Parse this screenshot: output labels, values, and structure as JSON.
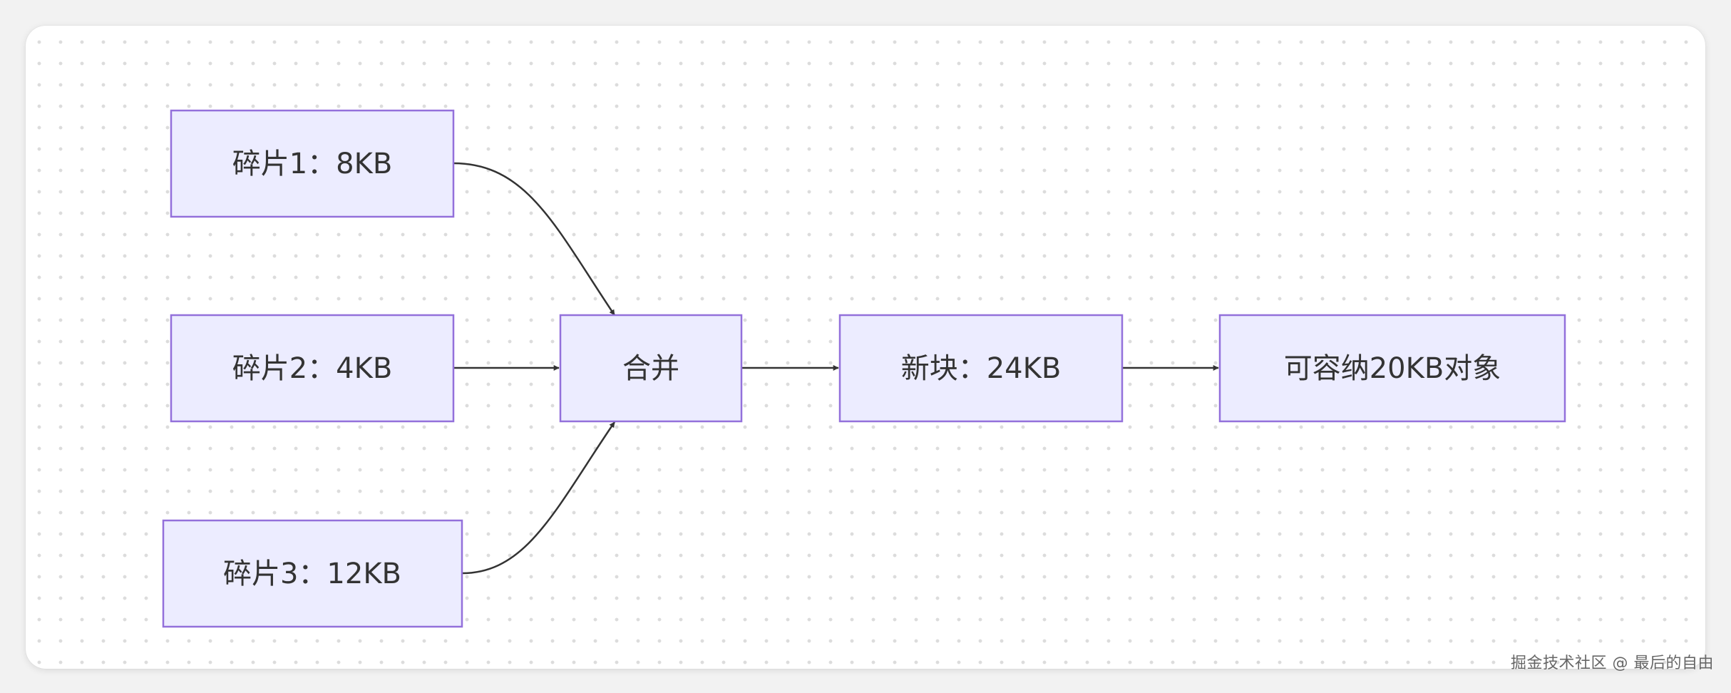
{
  "nodes": {
    "frag1": "碎片1：8KB",
    "frag2": "碎片2：4KB",
    "frag3": "碎片3：12KB",
    "merge": "合并",
    "newblock": "新块：24KB",
    "result": "可容纳20KB对象"
  },
  "colors": {
    "node_fill": "#ECECFF",
    "node_stroke": "#9370DB",
    "edge": "#333333",
    "text": "#333333"
  },
  "watermark": "掘金技术社区 @ 最后的自由"
}
